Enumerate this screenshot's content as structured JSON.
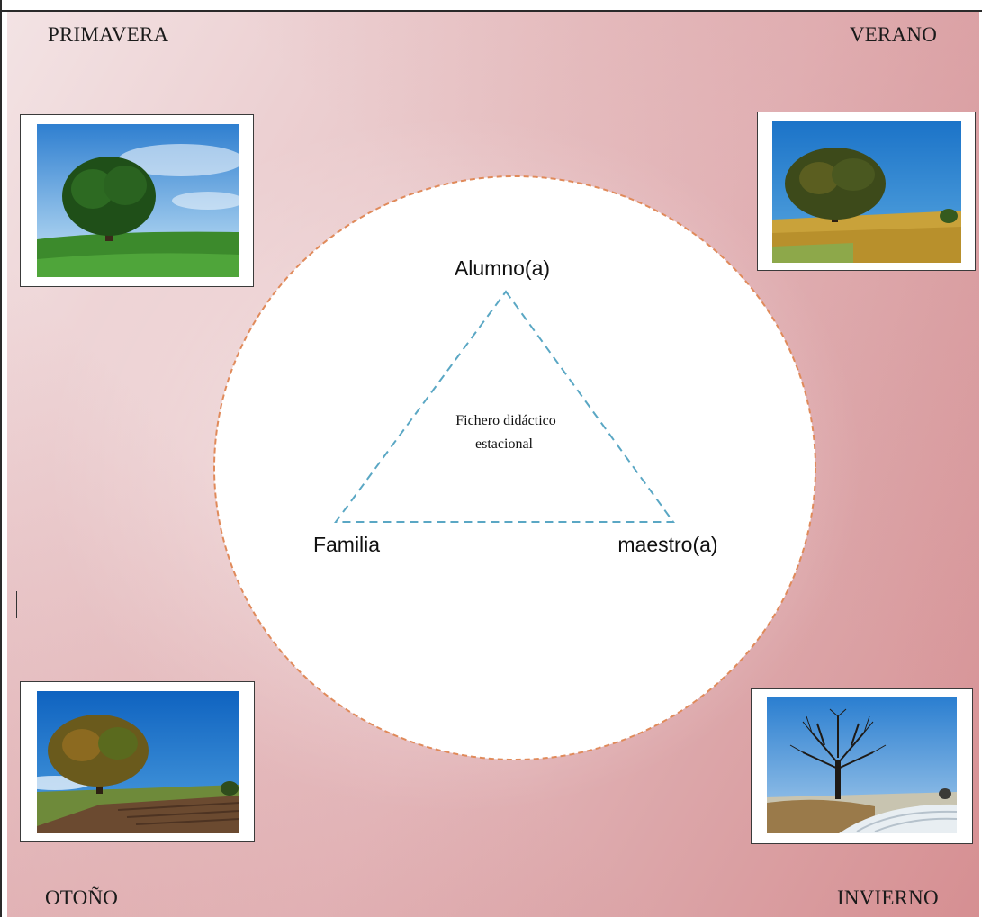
{
  "seasons": {
    "top_left": "PRIMAVERA",
    "top_right": "VERANO",
    "bottom_left": "OTOÑO",
    "bottom_right": "INVIERNO"
  },
  "images": [
    {
      "season": "PRIMAVERA",
      "icon": "tree-spring-photo"
    },
    {
      "season": "VERANO",
      "icon": "tree-summer-photo"
    },
    {
      "season": "OTOÑO",
      "icon": "tree-autumn-photo"
    },
    {
      "season": "INVIERNO",
      "icon": "tree-winter-photo"
    }
  ],
  "triangle": {
    "top": "Alumno(a)",
    "left": "Familia",
    "right": "maestro(a)",
    "center_line1": "Fichero didáctico",
    "center_line2": "estacional"
  },
  "colors": {
    "circle_border": "#e08a5a",
    "triangle_stroke": "#5aa7c4",
    "background_light": "#f3e3e4",
    "background_dark": "#d68f92"
  }
}
